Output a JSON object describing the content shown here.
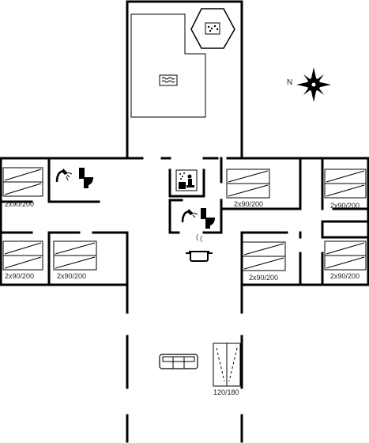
{
  "floor_plan": {
    "compass": {
      "north_label": "N"
    },
    "beds": [
      {
        "id": "bed-west-top",
        "label": "2x90/200"
      },
      {
        "id": "bed-west-bottom-left",
        "label": "2x90/200"
      },
      {
        "id": "bed-west-bottom-right",
        "label": "2x90/200"
      },
      {
        "id": "bed-center-top",
        "label": "2x90/200"
      },
      {
        "id": "bed-east-top",
        "label": "2x90/200"
      },
      {
        "id": "bed-center-bottom",
        "label": "2x90/200"
      },
      {
        "id": "bed-east-bottom",
        "label": "2x90/200"
      }
    ],
    "sofa_bed": {
      "label": "120/180"
    },
    "icons": [
      "pool-icon",
      "whirlpool-icon",
      "compass-rose-icon",
      "shower-icon",
      "toilet-icon",
      "sauna-icon",
      "cooking-pot-icon",
      "sofa-icon"
    ]
  }
}
